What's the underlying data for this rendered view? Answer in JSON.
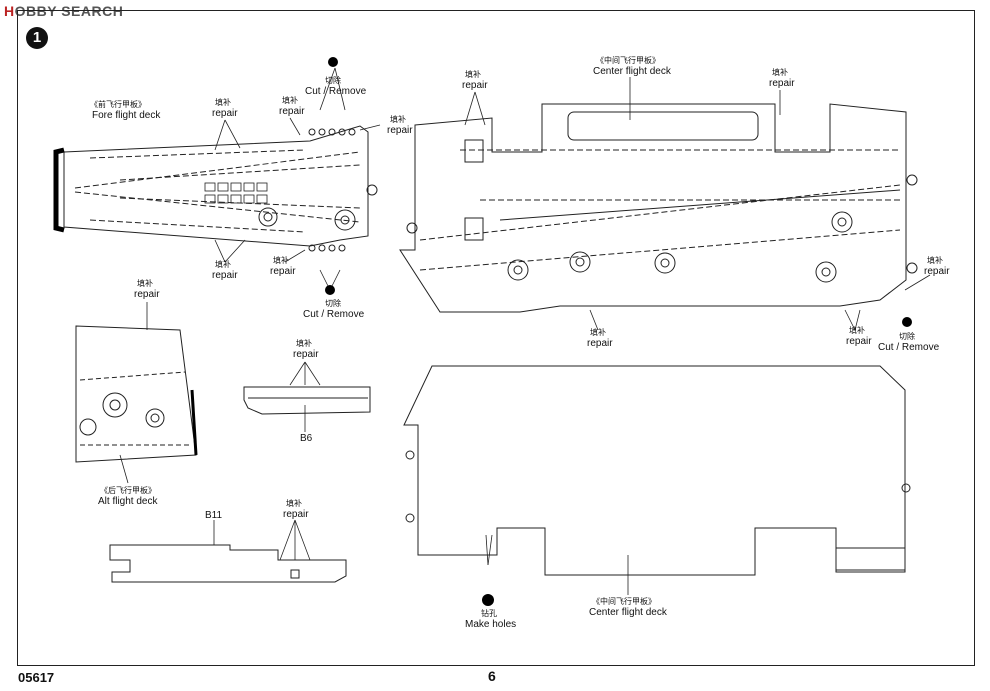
{
  "watermark": {
    "prefix": "H",
    "rest": "OBBY SEARCH"
  },
  "step": {
    "number": "1"
  },
  "labels": {
    "fore_cn": "《前飞行甲板》",
    "fore_en": "Fore flight deck",
    "center_top_cn": "《中间飞行甲板》",
    "center_top_en": "Center flight deck",
    "center_bot_cn": "《中间飞行甲板》",
    "center_bot_en": "Center flight deck",
    "alt_cn": "《后飞行甲板》",
    "alt_en": "Alt flight deck",
    "repair_cn": "填补",
    "repair_en": "repair",
    "cut_cn": "切除",
    "cut_en": "Cut / Remove",
    "holes_cn": "钻孔",
    "holes_en": "Make holes",
    "b6": "B6",
    "b11": "B11"
  },
  "footer": {
    "code": "05617",
    "page": "6"
  }
}
